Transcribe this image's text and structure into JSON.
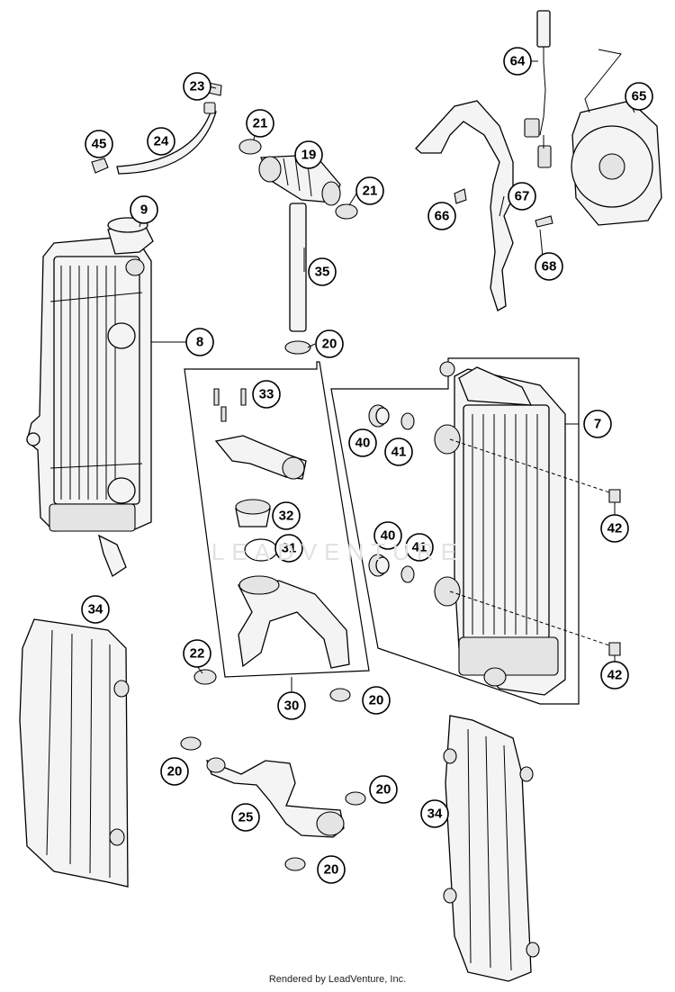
{
  "footer": "Rendered by LeadVenture, Inc.",
  "watermark": "LEADVENTURE",
  "callouts": [
    "64",
    "65",
    "23",
    "24",
    "45",
    "21",
    "19",
    "21",
    "9",
    "67",
    "66",
    "68",
    "35",
    "8",
    "20",
    "33",
    "7",
    "40",
    "41",
    "42",
    "32",
    "31",
    "40",
    "41",
    "34",
    "22",
    "42",
    "30",
    "20",
    "20",
    "20",
    "25",
    "34",
    "20"
  ]
}
